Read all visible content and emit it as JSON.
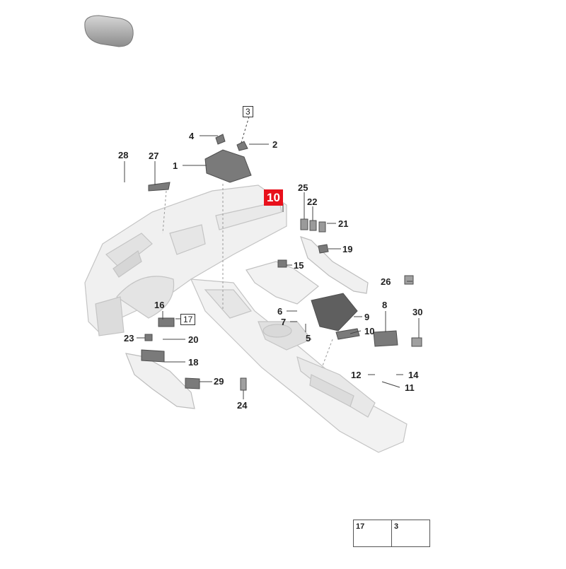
{
  "colors": {
    "highlight": "#e8101b",
    "part_fill": "#eeeeee",
    "part_stroke": "#bdbdbd",
    "dark_part": "#6e6e6e",
    "leader": "#444444"
  },
  "callouts": {
    "c1": "1",
    "c2": "2",
    "c3": "3",
    "c4": "4",
    "c5": "5",
    "c6": "6",
    "c7": "7",
    "c8": "8",
    "c9": "9",
    "c10_top": "10",
    "c10_mid": "10",
    "c11": "11",
    "c12": "12",
    "c14": "14",
    "c15": "15",
    "c16": "16",
    "c17": "17",
    "c18": "18",
    "c19": "19",
    "c20": "20",
    "c21": "21",
    "c22": "22",
    "c23": "23",
    "c24": "24",
    "c25": "25",
    "c26": "26",
    "c27": "27",
    "c28": "28",
    "c29": "29",
    "c30": "30"
  },
  "legend": {
    "left_label": "17",
    "right_label": "3"
  }
}
